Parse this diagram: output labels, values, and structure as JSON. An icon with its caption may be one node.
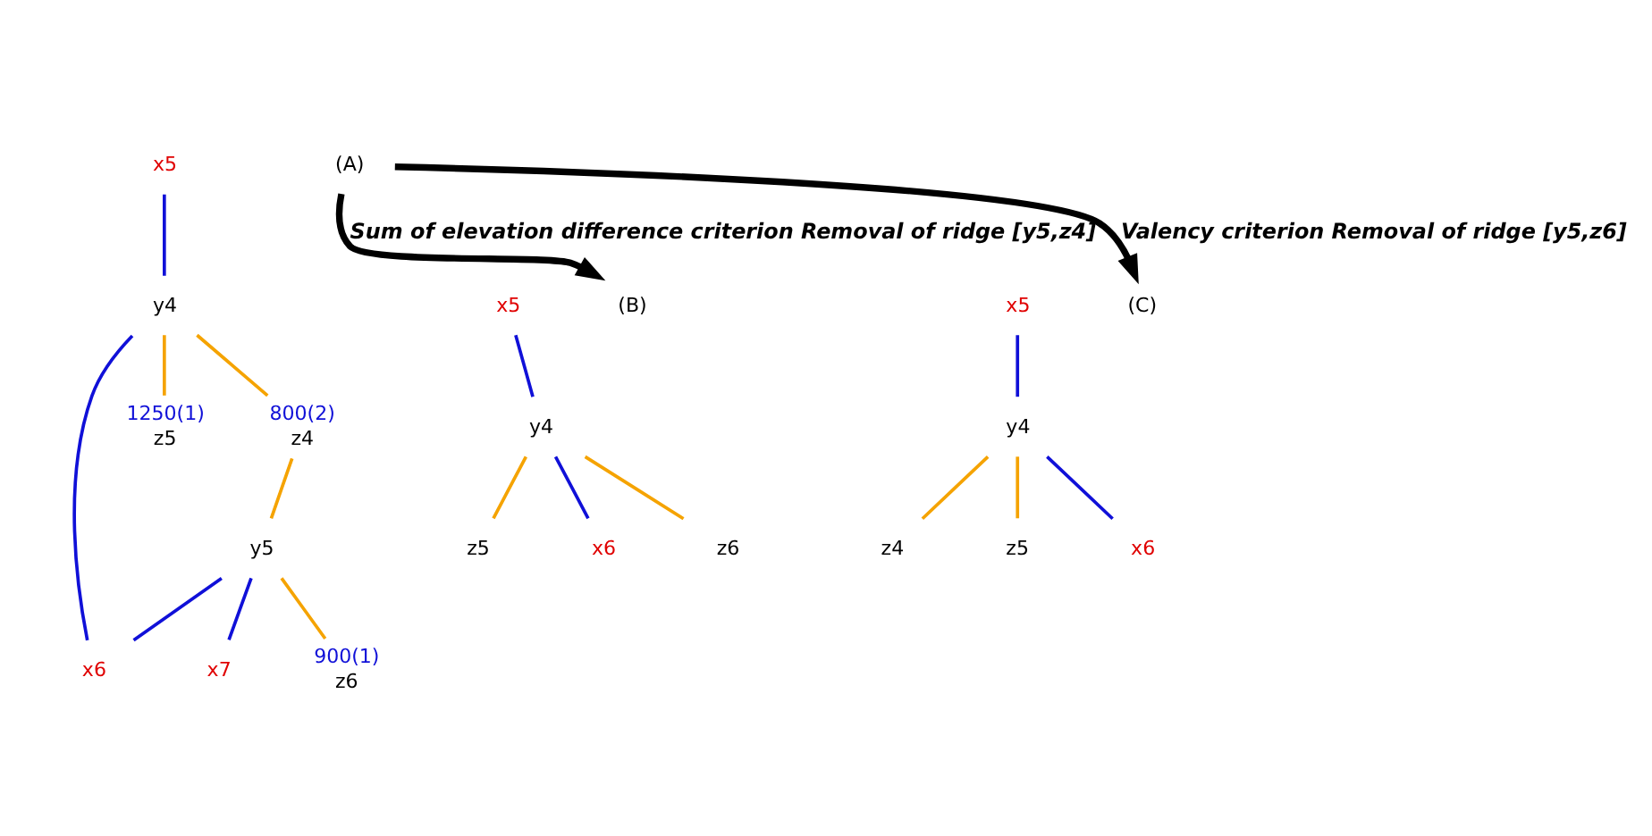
{
  "diagram": {
    "nodes": [
      {
        "text": [
          "(A)"
        ]
      },
      {
        "text": [
          "x5"
        ]
      },
      {
        "text": [
          "y4"
        ]
      },
      {
        "text": [
          "z4"
        ],
        "beside": [
          "800(2)"
        ]
      },
      {
        "text": [
          "y5"
        ]
      },
      {
        "text": [
          "x7"
        ]
      },
      {
        "text": [
          "z5"
        ],
        "beside": [
          "1250(1)"
        ]
      },
      {
        "text": [
          "x6"
        ]
      },
      {
        "text": [
          "z6"
        ],
        "beside": [
          "900(1)"
        ]
      },
      {
        "text": [
          "(B)"
        ]
      },
      {
        "text": [
          "x5"
        ]
      },
      {
        "text": [
          "y4"
        ]
      },
      {
        "text": [
          "z5"
        ]
      },
      {
        "text": [
          "x6"
        ]
      },
      {
        "text": [
          "z6"
        ]
      },
      {
        "text": [
          "(C)"
        ]
      },
      {
        "text": [
          "z4"
        ]
      },
      {
        "text": [
          "y4"
        ]
      },
      {
        "text": [
          "x5"
        ]
      },
      {
        "text": [
          "z5"
        ]
      },
      {
        "text": [
          "x6"
        ]
      }
    ],
    "edges": [
      {
        "from": 1,
        "to": 2,
        "arrow": "none",
        "color": "#1010d8"
      },
      {
        "from": 2,
        "to": 3,
        "arrow": "none",
        "color": "#f5a300"
      },
      {
        "from": 3,
        "to": 4,
        "arrow": "none",
        "color": "#f5a300"
      },
      {
        "from": 4,
        "to": 5,
        "arrow": "none",
        "color": "#1010d8"
      },
      {
        "from": 2,
        "to": 7,
        "arrow": "none",
        "color": "#1010d8"
      },
      {
        "from": 4,
        "to": 7,
        "arrow": "none",
        "color": "#1010d8"
      },
      {
        "from": 2,
        "to": 6,
        "arrow": "none",
        "color": "#f5a300"
      },
      {
        "from": 4,
        "to": 8,
        "arrow": "none",
        "color": "#f5a300"
      },
      {
        "from": 10,
        "to": 11,
        "arrow": "none",
        "color": "#1010d8"
      },
      {
        "from": 11,
        "to": 12,
        "arrow": "none",
        "color": "#f5a300"
      },
      {
        "from": 11,
        "to": 13,
        "arrow": "none",
        "color": "#1010d8"
      },
      {
        "from": 11,
        "to": 14,
        "arrow": "none",
        "color": "#f5a300"
      },
      {
        "from": 17,
        "to": 16,
        "arrow": "none",
        "color": "#f5a300"
      },
      {
        "from": 18,
        "to": 17,
        "arrow": "none",
        "color": "#1010d8"
      },
      {
        "from": 17,
        "to": 19,
        "arrow": "none",
        "color": "#f5a300"
      },
      {
        "from": 17,
        "to": 20,
        "arrow": "none",
        "color": "#1010d8"
      },
      {
        "from": 0,
        "to": 9,
        "arrow": "to",
        "style": "thick",
        "color": "#000000",
        "label": "Sum of elevation difference criterion Removal of ridge [y5,z4]"
      },
      {
        "from": 0,
        "to": 15,
        "arrow": "to",
        "style": "thick",
        "color": "#000000",
        "label": "Valency criterion Removal of ridge [y5,z6]"
      }
    ]
  }
}
